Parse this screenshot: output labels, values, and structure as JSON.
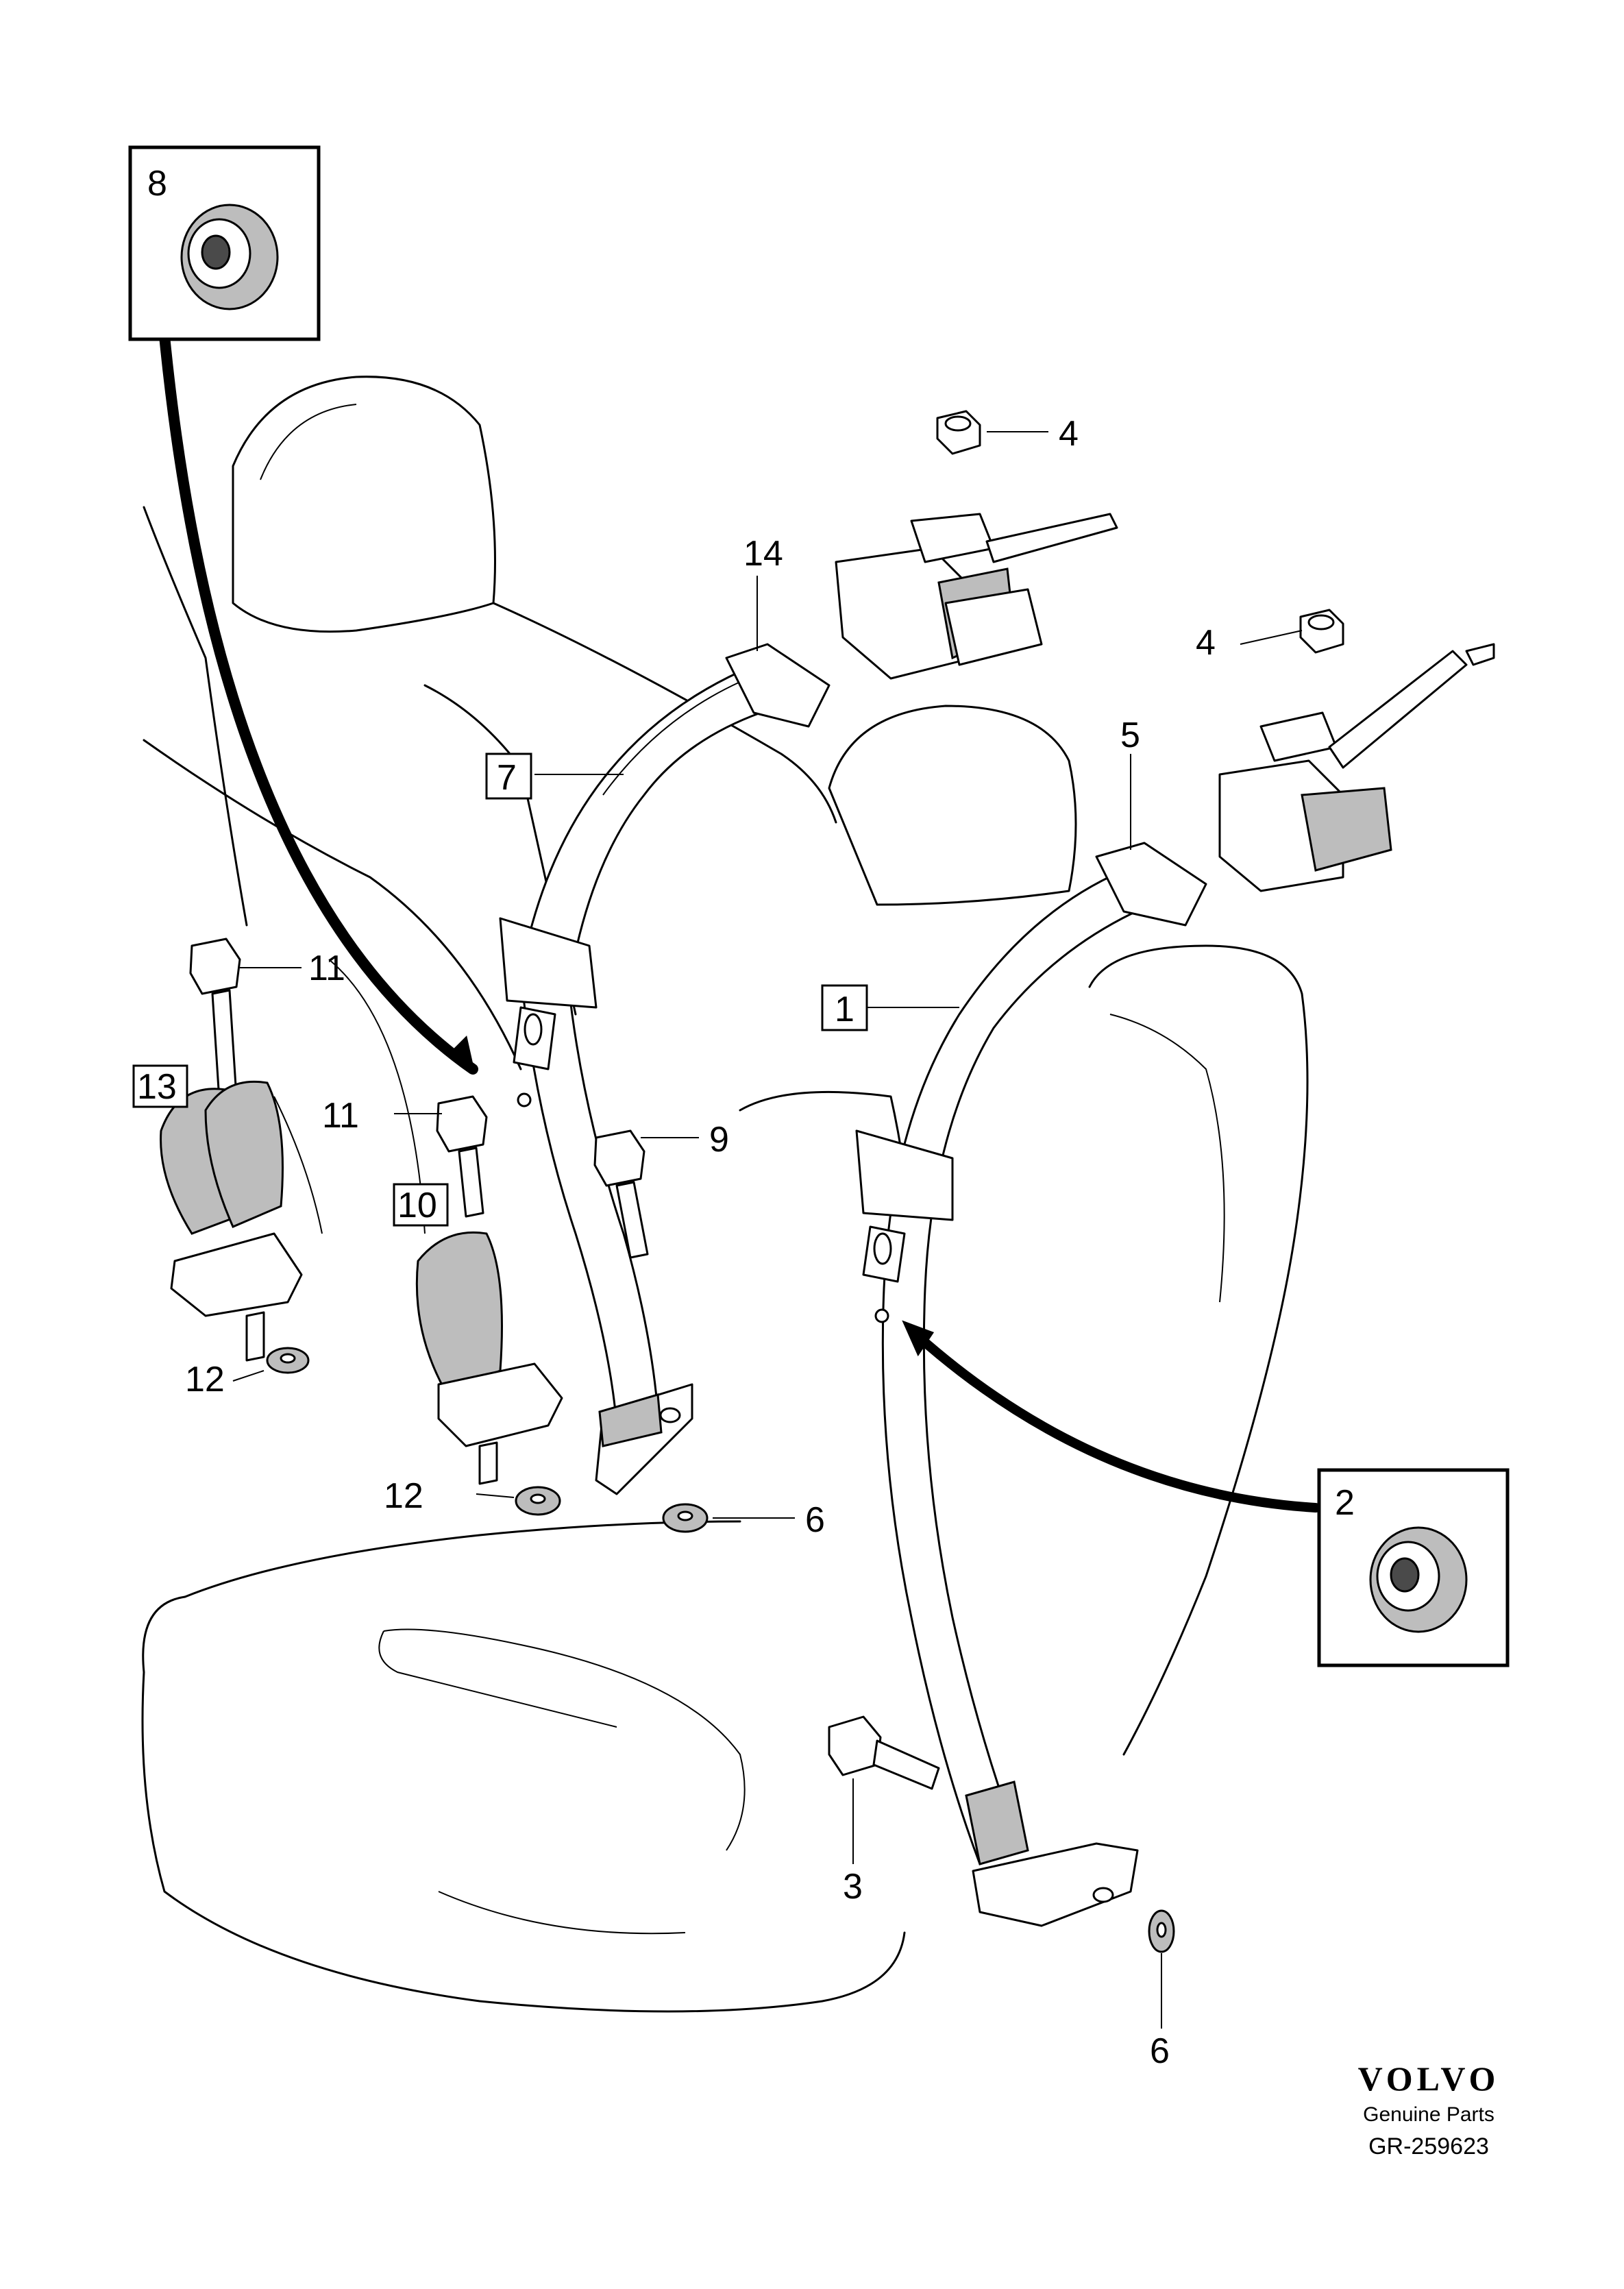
{
  "callouts": {
    "c1": "1",
    "c2": "2",
    "c3": "3",
    "c4a": "4",
    "c4b": "4",
    "c5": "5",
    "c6a": "6",
    "c6b": "6",
    "c7": "7",
    "c8": "8",
    "c9": "9",
    "c10": "10",
    "c11a": "11",
    "c11b": "11",
    "c12a": "12",
    "c12b": "12",
    "c13": "13",
    "c14": "14"
  },
  "brand": {
    "logo_text": "VOLVO",
    "tagline": "Genuine Parts",
    "reference": "GR-259623"
  },
  "colors": {
    "line": "#000000",
    "background": "#ffffff",
    "shade": "#bdbdbd"
  }
}
